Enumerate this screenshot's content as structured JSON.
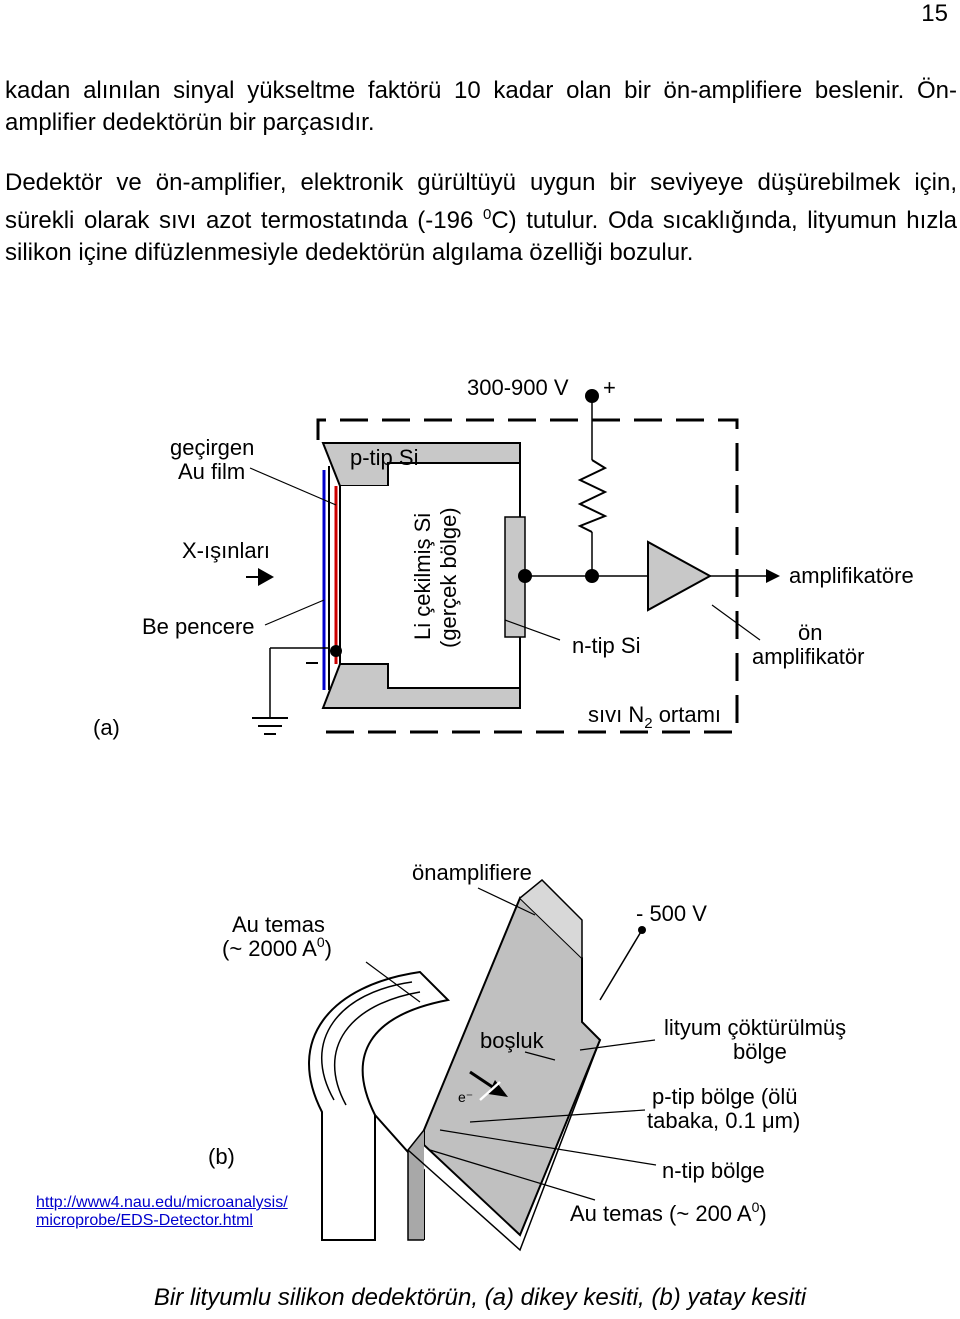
{
  "page_number": "15",
  "paragraphs": {
    "p1": "kadan alınılan sinyal yükseltme faktörü 10 kadar olan bir ön-amplifiere beslenir. Ön-amplifier dedektörün bir parçasıdır.",
    "p2_before": "Dedektör ve ön-amplifier, elektronik gürültüyü uygun bir seviyeye düşürebilmek için, sürekli olarak sıvı azot termostatında (-196 ",
    "p2_sup": "0",
    "p2_after": "C) tutulur. Oda sıcaklığında, lityumun hızla silikon içine difüzlenmesiyle dedektörün algılama özelliği bozulur."
  },
  "figure_a": {
    "voltage": "300-900 V",
    "plus": "+",
    "minus": "−",
    "gecirgen": "geçirgen",
    "au_film": "Au film",
    "ptip_si": "p-tip Si",
    "xray": "X-ışınları",
    "be_pencere": "Be pencere",
    "li_line1": "Li çekilmiş Si",
    "li_line2": "(gerçek bölge)",
    "ntip_si": "n-tip Si",
    "amplifikatore": "amplifikatöre",
    "on": "ön",
    "amplifikator": "amplifikatör",
    "sivi_n": "sıvı N",
    "sivi_sub": "2",
    "ortami": " ortamı",
    "label": "(a)"
  },
  "figure_b": {
    "onamplifiere": "önamplifiere",
    "au_temas": "Au temas",
    "au_temas_value": "(~ 2000 A",
    "au_temas_sup": "0",
    "au_temas_close": ")",
    "minus500": "- 500 V",
    "bosluk": "boşluk",
    "electron": "e⁻",
    "lityum_line1": "lityum çöktürülmüş",
    "lityum_line2": "bölge",
    "ptip_line1": "p-tip bölge (ölü",
    "ptip_line2": "tabaka, 0.1 ",
    "ptip_mu": "μ",
    "ptip_line2_end": "m)",
    "ntip_bolge": "n-tip bölge",
    "au_temas2": "Au temas (~ 200 A",
    "au_temas2_sup": "0",
    "au_temas2_close": ")",
    "label": "(b)"
  },
  "url_line1": "http://www4.nau.edu/microanalysis/",
  "url_line2": "microprobe/EDS-Detector.html",
  "caption": "Bir lityumlu silikon dedektörün, (a) dikey kesiti, (b) yatay kesiti",
  "colors": {
    "blue_film": "#0000cc",
    "red_film": "#cc0000",
    "gray_body": "#c8c8c8",
    "link": "#0000cc"
  }
}
